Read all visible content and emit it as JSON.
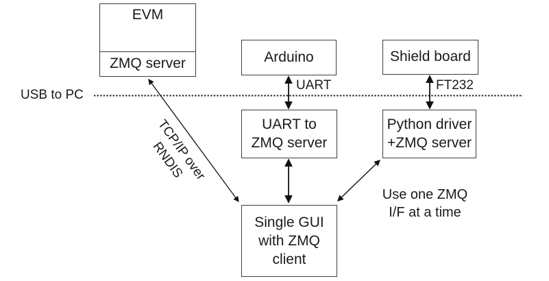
{
  "diagram": {
    "boxes": {
      "evm": {
        "title": "EVM",
        "subtitle": "ZMQ server"
      },
      "arduino": {
        "label": "Arduino"
      },
      "shield_board": {
        "label": "Shield board"
      },
      "uart_zmq_server": {
        "label": "UART to\nZMQ server"
      },
      "python_driver": {
        "label": "Python driver\n+ZMQ server"
      },
      "single_gui": {
        "label": "Single GUI\nwith ZMQ\nclient"
      }
    },
    "edge_labels": {
      "usb_to_pc": "USB to PC",
      "uart": "UART",
      "ft232": "FT232",
      "tcpip_rndis": "TCP/IP over\nRNDIS"
    },
    "notes": {
      "zmq_interface_note": "Use one ZMQ\nI/F at a time"
    },
    "colors": {
      "background": "#ffffff",
      "ink": "#1a1a1a",
      "line": "#111111",
      "box_border": "#3d3d3d"
    }
  }
}
